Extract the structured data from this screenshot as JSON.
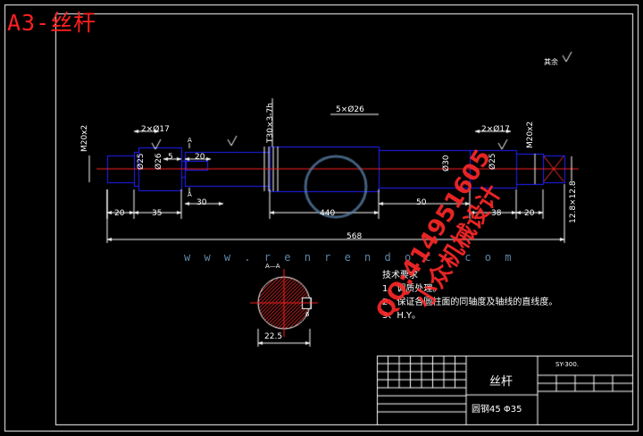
{
  "sheet_title": "A3-丝杆",
  "dimensions": {
    "total_length": "568",
    "d20": "20",
    "d35": "35",
    "d30": "30",
    "d440": "440",
    "d50": "50",
    "d38": "38",
    "d20r": "20",
    "d5": "5",
    "d20s": "20",
    "chamfer_left": "2×Ø17",
    "chamfer_right": "2×Ø17",
    "holes": "5×Ø26",
    "thread_left": "M20x2",
    "thread_right": "M20x2",
    "main_thread": "T30×3-7h",
    "dia25_left": "Ø25",
    "dia26": "Ø26",
    "dia30": "Ø30",
    "dia25_right": "Ø25",
    "square": "12.8×12.8",
    "section_width": "22.5",
    "section_small": "6",
    "section_label": "A—A",
    "cut_mark": "A"
  },
  "roughness_note": "其余",
  "technical_notes": {
    "title": "技术要求",
    "items": [
      "1、调质处理。",
      "2、保证各圆柱面的同轴度及轴线的直线度。",
      "3、H.Y。"
    ]
  },
  "promo": {
    "line1": "QQ:414951605",
    "line2": "小众机械设计"
  },
  "watermark_site": "w w w . r e n r e n d o c . c o m",
  "title_block": {
    "part_name": "丝杆",
    "material": "圆钢45   Φ35",
    "drawing_no": "SY-300."
  },
  "colors": {
    "outline": "#ffffff",
    "part": "#2020ff",
    "centerline": "#ff2020",
    "dimension": "#ffffff",
    "hatch": "#ff3030"
  }
}
